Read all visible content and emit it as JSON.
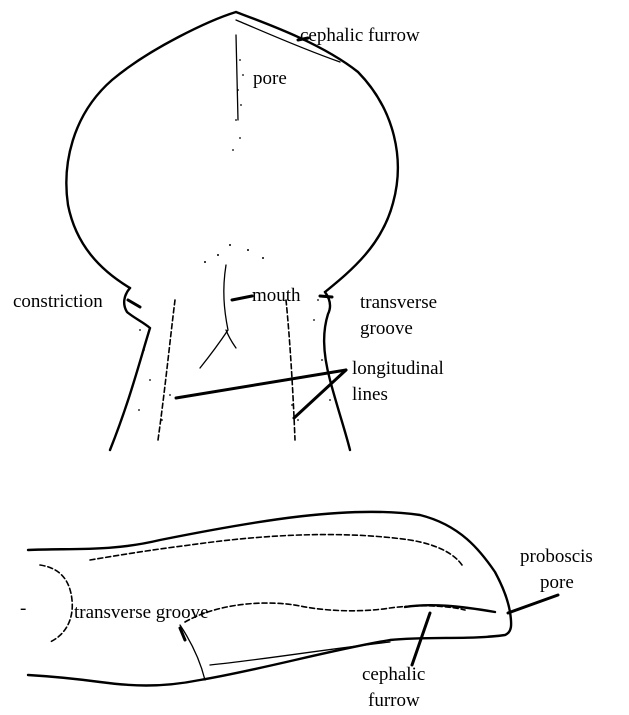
{
  "labels": {
    "cephalic_furrow_top": "cephalic furrow",
    "pore": "pore",
    "constriction": "constriction",
    "mouth": "mouth",
    "transverse_groove_top_1": "transverse",
    "transverse_groove_top_2": "groove",
    "longitudinal_lines_1": "longitudinal",
    "longitudinal_lines_2": "lines",
    "proboscis_pore_1": "proboscis",
    "proboscis_pore_2": "pore",
    "transverse_groove_bottom": "transverse groove",
    "cephalic_furrow_bottom_1": "cephalic",
    "cephalic_furrow_bottom_2": "furrow",
    "stray_mark": "-"
  },
  "colors": {
    "ink": "#000000",
    "paper": "#ffffff"
  }
}
